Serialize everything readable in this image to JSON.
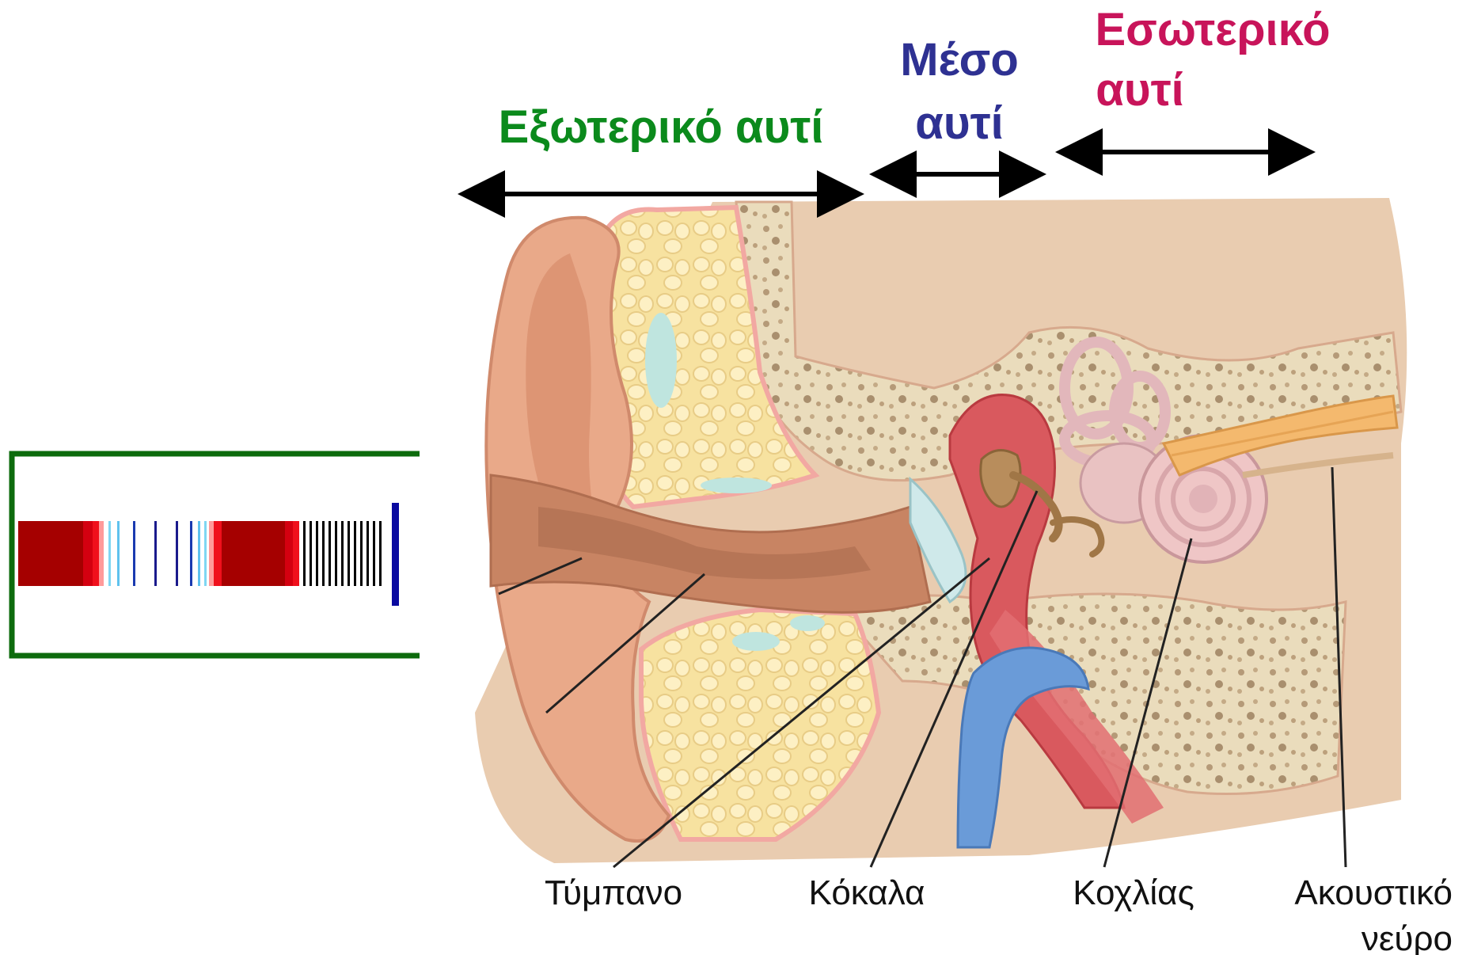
{
  "regions": {
    "outer": {
      "label": "Εξωτερικό αυτί",
      "color": "#0b8a1c"
    },
    "middle": {
      "line1": "Μέσο",
      "line2": "αυτί",
      "color": "#2e3192"
    },
    "inner": {
      "line1": "Εσωτερικό",
      "line2": "αυτί",
      "color": "#c8145a"
    }
  },
  "parts": {
    "eardrum": "Τύμπανο",
    "bones": "Κόκαλα",
    "cochlea": "Κοχλίας",
    "nerve_line1": "Ακουστικό",
    "nerve_line2": "νεύρο"
  },
  "colors": {
    "frame": "#0d6b0d",
    "bar_dark_red": "#a50000",
    "bar_red": "#e8000f",
    "bar_pink": "#ff9a9a",
    "bar_light_blue": "#7fd6f2",
    "bar_navy": "#1a1a8c",
    "bar_blue_end": "#0a0aa0",
    "skin": "#e8a583",
    "bone": "#efe2c4",
    "fat": "#fbe8a8"
  }
}
